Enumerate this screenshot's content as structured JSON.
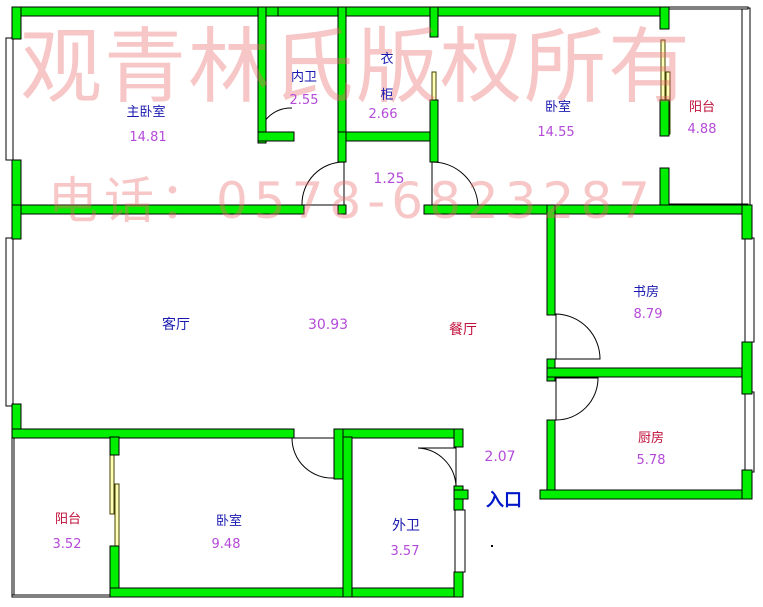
{
  "rooms": [
    {
      "key": "master",
      "name": "主卧室",
      "area": "14.81"
    },
    {
      "key": "ensuite",
      "name": "内卫",
      "area": "2.55"
    },
    {
      "key": "closet",
      "name_top": "衣",
      "name_bottom": "柜",
      "area": "2.66"
    },
    {
      "key": "hall",
      "area": "1.25"
    },
    {
      "key": "bedroom_ne",
      "name": "卧室",
      "area": "14.55"
    },
    {
      "key": "balcony_ne",
      "name": "阳台",
      "area": "4.88"
    },
    {
      "key": "living",
      "name": "客厅",
      "area": "30.93"
    },
    {
      "key": "dining",
      "name": "餐厅"
    },
    {
      "key": "study",
      "name": "书房",
      "area": "8.79"
    },
    {
      "key": "kitchen",
      "name": "厨房",
      "area": "5.78"
    },
    {
      "key": "foyer",
      "area": "2.07"
    },
    {
      "key": "balcony_sw",
      "name": "阳台",
      "area": "3.52"
    },
    {
      "key": "bedroom_sw",
      "name": "卧室",
      "area": "9.48"
    },
    {
      "key": "bathroom",
      "name": "外卫",
      "area": "3.57"
    }
  ],
  "entrance": "入口",
  "watermark": {
    "line1": "观青林氏版权所有",
    "line2": "电话：0578-6823287"
  },
  "colors": {
    "wall": "#00ee00",
    "room_name": "#1a1ab0",
    "balcony_kitchen_name": "#c0103a",
    "area": "#b44ad8",
    "watermark": "#eb6969"
  }
}
